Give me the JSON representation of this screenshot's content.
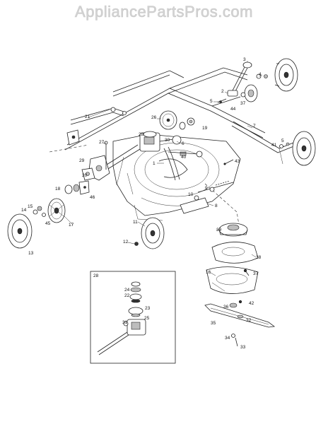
{
  "watermark": "AppliancePartsPros.com",
  "callouts": [
    "1",
    "2",
    "3",
    "4",
    "5",
    "6",
    "7",
    "8",
    "9",
    "10",
    "11",
    "12",
    "13",
    "14",
    "15",
    "16",
    "17",
    "18",
    "19",
    "20",
    "21",
    "22",
    "23",
    "24",
    "25",
    "26",
    "27",
    "28",
    "29",
    "30",
    "31",
    "32",
    "33",
    "34",
    "35",
    "36",
    "37",
    "38",
    "39",
    "40",
    "41",
    "42",
    "43",
    "44",
    "45",
    "46"
  ],
  "inset_label": "28"
}
